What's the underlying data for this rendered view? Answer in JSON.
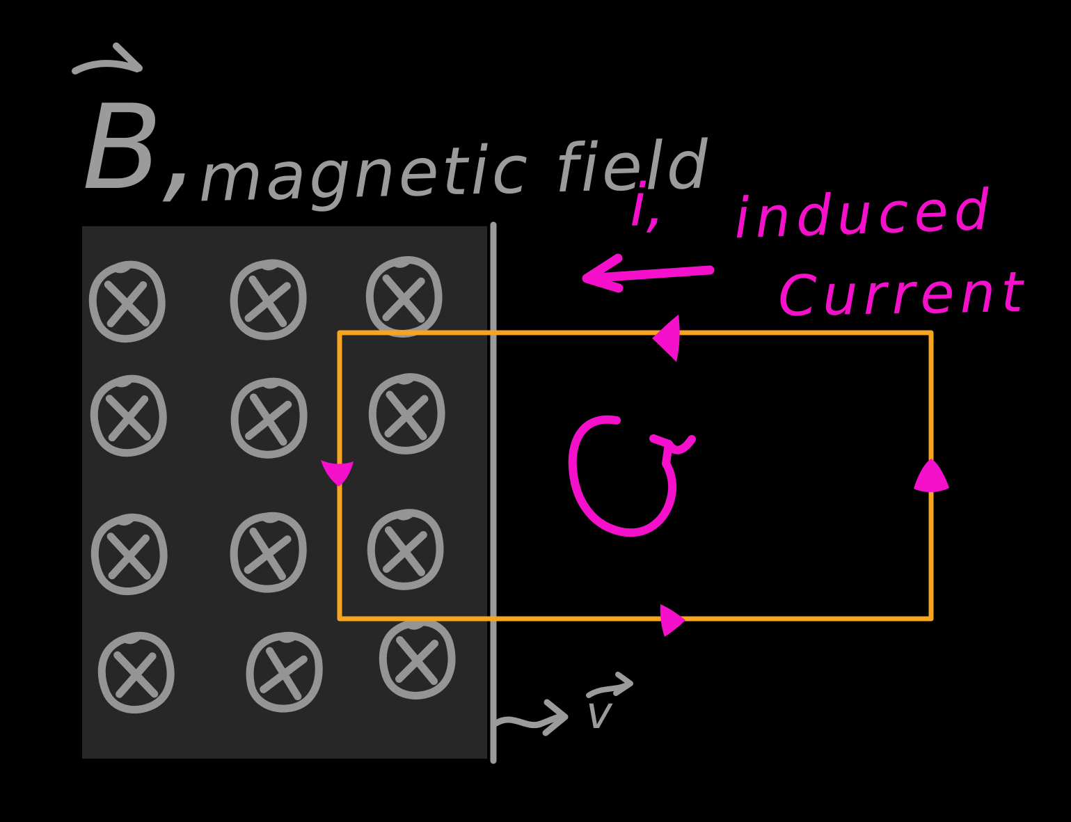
{
  "labels": {
    "b_symbol": "B,",
    "b_text": "magnetic field",
    "i_symbol": "i,",
    "i_word_1": "induced",
    "i_word_2": "Current",
    "v_symbol": "v"
  },
  "diagram": {
    "type": "hand-drawn physics sketch",
    "field_region_symbol": "circled-x-into-page",
    "field_symbol_grid": {
      "rows": 4,
      "cols": 3,
      "count": 12
    },
    "wire_loop_shape": "rectangle",
    "loop_current_direction": "counterclockwise",
    "velocity_direction": "right"
  },
  "colors": {
    "background": "#000000",
    "field_region_fill": "#272727",
    "sketch_gray": "#9b9b9b",
    "loop_orange": "#f7a420",
    "annotation_magenta": "#f511cc"
  }
}
